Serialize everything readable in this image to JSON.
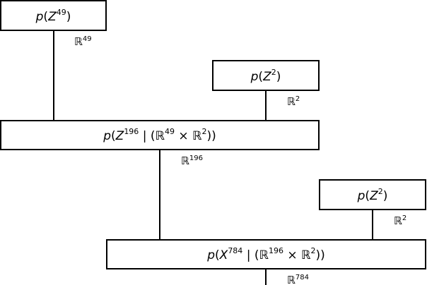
{
  "diagram": {
    "boxes": {
      "prior_z49": {
        "fn": "p",
        "var": "Z",
        "var_exp": "49",
        "cond": null
      },
      "prior_z2_a": {
        "fn": "p",
        "var": "Z",
        "var_exp": "2",
        "cond": null
      },
      "cond_z196": {
        "fn": "p",
        "var": "Z",
        "var_exp": "196",
        "cond": {
          "sep": "|",
          "lhs_exp": "49",
          "op": "×",
          "rhs_exp": "2"
        }
      },
      "prior_z2_b": {
        "fn": "p",
        "var": "Z",
        "var_exp": "2",
        "cond": null
      },
      "cond_x784": {
        "fn": "p",
        "var": "X",
        "var_exp": "784",
        "cond": {
          "sep": "|",
          "lhs_exp": "196",
          "op": "×",
          "rhs_exp": "2"
        }
      }
    },
    "real_symbol": "ℝ",
    "edge_labels": {
      "z49_out": "49",
      "z2a_out": "2",
      "z196_out": "196",
      "z2b_out": "2",
      "x784_out": "784"
    }
  }
}
